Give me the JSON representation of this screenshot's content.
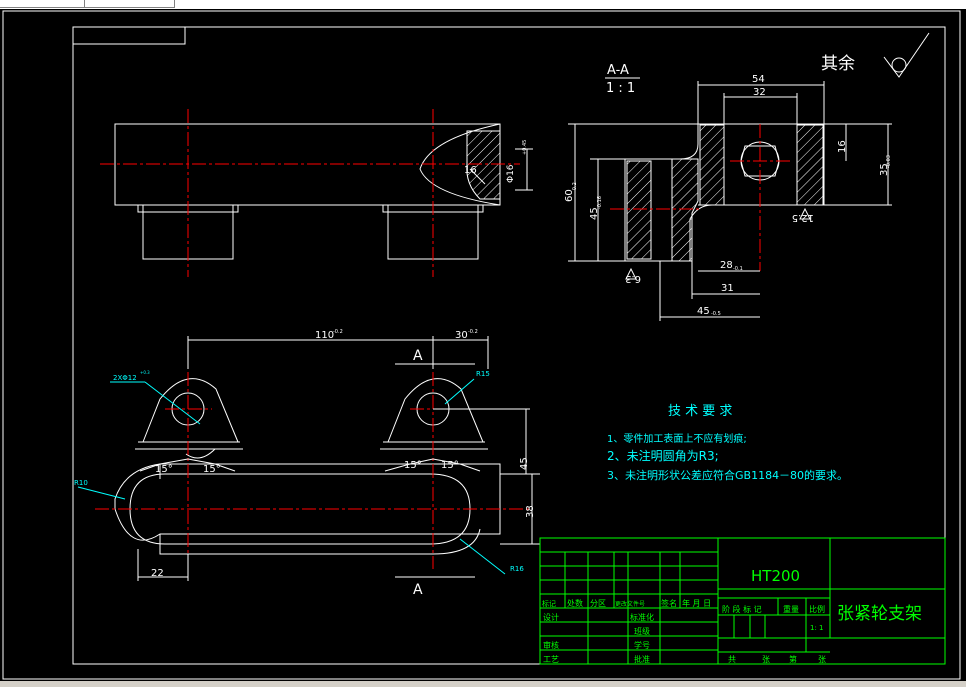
{
  "colors": {
    "background": "#000000",
    "outline": "#ffffff",
    "centerline": "#ff0000",
    "hatch": "#ffffff",
    "dimension": "#ffffff",
    "title_block": "#00ff00",
    "notes": "#00ffff",
    "leader": "#00ffff"
  },
  "section": {
    "label": "A-A",
    "scale": "1 : 1"
  },
  "surface_finish": {
    "remainder": "其余",
    "ra_top": "12.5",
    "ra_bottom": "6.3"
  },
  "dims_section": {
    "w54": "54",
    "w32": "32",
    "h16": "16",
    "h35": "35",
    "h35_tol": "-0.03",
    "h60": "60",
    "h60_tol": "-0.2",
    "h45": "45",
    "h45_tol": "-0.16",
    "w28": "28",
    "w28_tol": "-0.1",
    "w31": "31",
    "w45": "45",
    "w45_tol": "-0.5"
  },
  "dims_top": {
    "hole": "Φ16",
    "hole_tol": "+0.45",
    "h16": "16"
  },
  "dims_plan": {
    "d110": "110",
    "d110_tol": "-0.2",
    "d30": "30",
    "d30_tol": "-0.2",
    "holes": "2XΦ12",
    "holes_tol": "+0.3",
    "r15": "R15",
    "r10": "R10",
    "r16": "R16",
    "ang1": "15°",
    "ang2": "15°",
    "ang3": "15°",
    "ang4": "15°",
    "h45": "45",
    "h38": "38",
    "w22": "22",
    "cut_a_top": "A",
    "cut_a_bottom": "A"
  },
  "notes": {
    "title": "技 术 要 求",
    "items": [
      "1、零件加工表面上不应有划痕;",
      "2、未注明圆角为R3;",
      "3、未注明形状公差应符合GB1184－80的要求。"
    ]
  },
  "title_block": {
    "material": "HT200",
    "part_name": "张紧轮支架",
    "revision_headers": [
      "标记",
      "处数",
      "分区",
      "更改文件号",
      "签名",
      "年 月 日"
    ],
    "labels": {
      "design": "设计",
      "standardize": "标准化",
      "review": "审核",
      "process": "工艺",
      "approve": "批准",
      "grade": "班级",
      "student_no": "学号",
      "stage_mark": "阶 段 标 记",
      "weight": "重量",
      "ratio": "比例",
      "ratio_value": "1: 1",
      "total": "共",
      "sheets": "张",
      "sheet_no": "第",
      "sheet_unit": "张"
    }
  }
}
